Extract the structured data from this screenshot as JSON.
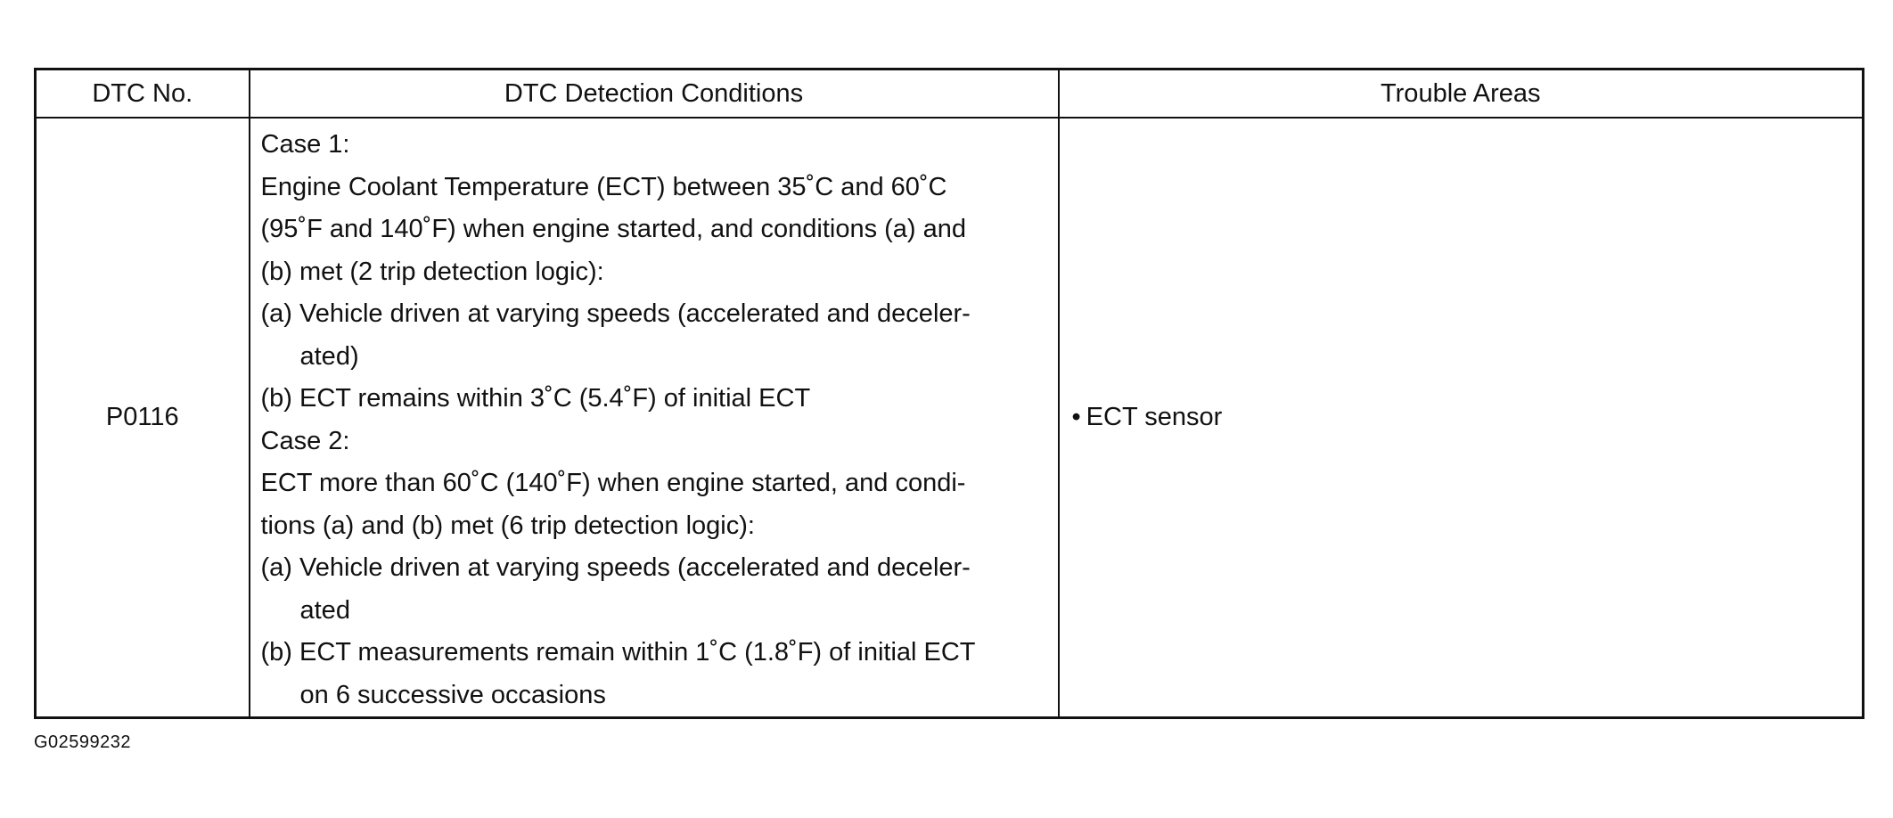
{
  "table": {
    "headers": {
      "dtc_no": "DTC No.",
      "conditions": "DTC Detection Conditions",
      "trouble_areas": "Trouble Areas"
    },
    "row": {
      "dtc_no": "P0116",
      "conditions": [
        "Case 1:",
        "Engine Coolant Temperature (ECT) between 35˚C and 60˚C",
        "(95˚F and 140˚F) when engine started, and conditions (a) and",
        "(b) met (2 trip detection logic):",
        "(a) Vehicle driven at varying speeds (accelerated and deceler-",
        "ated)",
        "(b) ECT remains within 3˚C (5.4˚F) of initial ECT",
        "Case 2:",
        "ECT more than 60˚C (140˚F) when engine started, and condi-",
        "tions (a) and (b) met (6 trip detection logic):",
        "(a) Vehicle driven at varying speeds (accelerated and deceler-",
        "ated",
        "(b) ECT measurements remain within 1˚C (1.8˚F) of initial ECT",
        "on 6 successive occasions"
      ],
      "trouble_area_bullet": "•",
      "trouble_area": "ECT sensor"
    }
  },
  "figure_id": "G02599232"
}
